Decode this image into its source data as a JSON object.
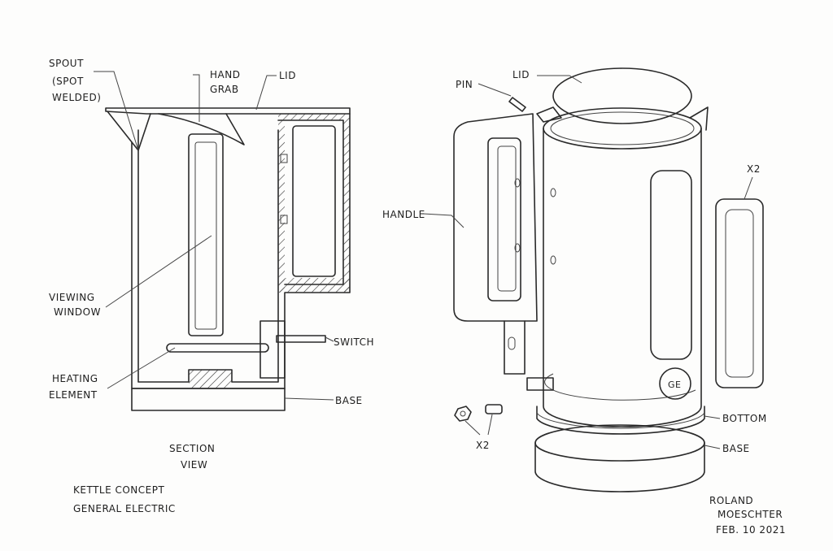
{
  "section_view": {
    "labels": {
      "spout_1": "SPOUT",
      "spout_2": "(SPOT",
      "spout_3": "WELDED)",
      "hand_grab_1": "HAND",
      "hand_grab_2": "GRAB",
      "lid": "LID",
      "viewing_window_1": "VIEWING",
      "viewing_window_2": "WINDOW",
      "switch": "SWITCH",
      "heating_element_1": "HEATING",
      "heating_element_2": "ELEMENT",
      "base": "BASE"
    },
    "caption_1": "SECTION",
    "caption_2": "VIEW"
  },
  "exploded_view": {
    "labels": {
      "pin": "PIN",
      "lid": "LID",
      "handle": "HANDLE",
      "x2_window": "X2",
      "x2_fasteners": "X2",
      "bottom": "BOTTOM",
      "base": "BASE",
      "logo": "GE"
    }
  },
  "title_block": {
    "line_1": "KETTLE CONCEPT",
    "line_2": "GENERAL ELECTRIC"
  },
  "signature": {
    "name_1": "ROLAND",
    "name_2": "MOESCHTER",
    "date": "FEB. 10 2021"
  }
}
